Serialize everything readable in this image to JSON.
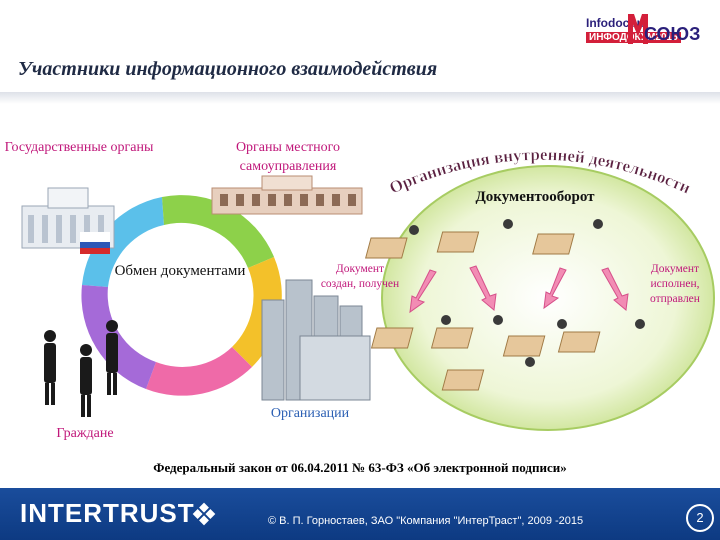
{
  "header": {
    "title": "Участники информационного взаимодействия",
    "brand_top": "Infodocum",
    "brand_bottom": "ИНФОДОКУМ2015",
    "brand_right": "СОЮЗ"
  },
  "diagram": {
    "gov": "Государственные органы",
    "local": "Органы местного самоуправления",
    "exchange": "Обмен документами",
    "citizens": "Граждане",
    "organizations": "Организации",
    "arc_text": "Организация внутренней деятельности",
    "docflow": "Документооборот",
    "doc_created": "Документ создан, получен",
    "doc_done": "Документ исполнен, отправлен"
  },
  "law": "Федеральный закон от 06.04.2011 № 63-ФЗ «Об электронной подписи»",
  "footer": {
    "logo": "INTERTRUST",
    "copyright": "© В. П. Горностаев, ЗАО \"Компания \"ИнтерТраст\", 2009 -2015",
    "page": "2"
  }
}
